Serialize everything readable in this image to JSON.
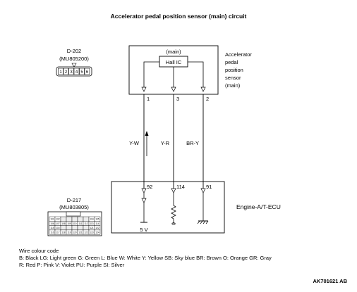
{
  "title": "Accelerator pedal position sensor (main) circuit",
  "sensor": {
    "tag": "(main)",
    "ic_label": "Hall IC",
    "name_lines": [
      "Accelerator",
      "pedal",
      "position",
      "sensor",
      "(main)"
    ],
    "pins": [
      "1",
      "3",
      "2"
    ]
  },
  "connector_d202": {
    "name": "D-202",
    "part": "(MU805200)",
    "pins": [
      "1",
      "2",
      "3",
      "4",
      "5",
      "6"
    ]
  },
  "connector_d217": {
    "name": "D-217",
    "part": "(MU803805)",
    "pin_rows": [
      [
        "101",
        "102",
        "",
        "",
        "",
        "",
        "",
        "104",
        "105"
      ],
      [
        "106",
        "107",
        "108",
        "109",
        "110",
        "111",
        "112",
        "113",
        "114"
      ],
      [
        "115",
        "116",
        "",
        "",
        "",
        "",
        "",
        "121",
        "122"
      ],
      [
        "116",
        "117",
        "118",
        "119",
        "120",
        "121",
        "122",
        "123",
        "124"
      ]
    ]
  },
  "wires": [
    {
      "sensor_pin": "1",
      "color": "Y-W",
      "ecu_pin": "92"
    },
    {
      "sensor_pin": "3",
      "color": "Y-R",
      "ecu_pin": "114"
    },
    {
      "sensor_pin": "2",
      "color": "BR-Y",
      "ecu_pin": "91"
    }
  ],
  "ecu": {
    "name": "Engine-A/T-ECU",
    "supply_label": "5 V"
  },
  "wire_colour_code": {
    "heading": "Wire colour code",
    "line1": "B: Black  LG: Light green  G: Green  L: Blue  W: White  Y: Yellow  SB: Sky blue  BR: Brown  O: Orange  GR: Gray",
    "line2": "R: Red  P: Pink  V: Violet  PU: Purple  SI: Silver"
  },
  "figure_code": "AK701621 AB"
}
